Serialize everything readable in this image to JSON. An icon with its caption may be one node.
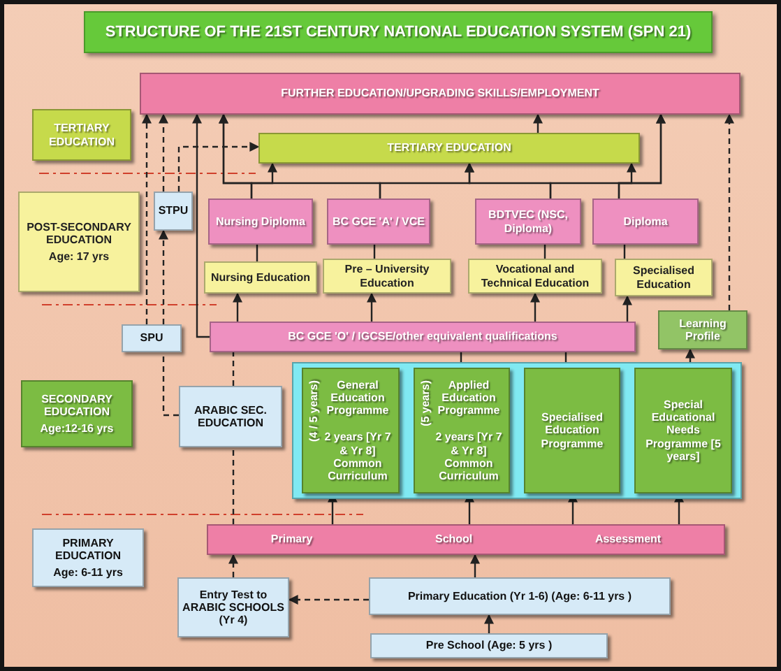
{
  "diagram": {
    "title": "STRUCTURE OF THE 21ST CENTURY NATIONAL EDUCATION SYSTEM (SPN 21)",
    "nodes": [
      {
        "text": [
          "FURTHER EDUCATION/UPGRADING SKILLS/EMPLOYMENT"
        ]
      },
      {
        "text": [
          "TERTIARY EDUCATION"
        ]
      },
      {
        "text": [
          "TERTIARY EDUCATION"
        ]
      },
      {
        "text": [
          "POST-SECONDARY EDUCATION",
          "Age: 17 yrs"
        ]
      },
      {
        "text": [
          "STPU"
        ]
      },
      {
        "text": [
          "Nursing Diploma"
        ]
      },
      {
        "text": [
          "BC GCE 'A' / VCE"
        ]
      },
      {
        "text": [
          "BDTVEC (NSC, Diploma)"
        ]
      },
      {
        "text": [
          "Diploma"
        ]
      },
      {
        "text": [
          "Nursing Education"
        ]
      },
      {
        "text": [
          "Pre – University Education"
        ]
      },
      {
        "text": [
          "Vocational and Technical Education"
        ]
      },
      {
        "text": [
          "Specialised Education"
        ]
      },
      {
        "text": [
          "SPU"
        ]
      },
      {
        "text": [
          "BC GCE 'O' / IGCSE/other equivalent qualifications"
        ]
      },
      {
        "text": [
          "Learning Profile"
        ]
      },
      {
        "text": [
          "SECONDARY EDUCATION",
          "Age:12-16 yrs"
        ]
      },
      {
        "text": [
          "ARABIC SEC. EDUCATION"
        ]
      },
      {
        "text": [],
        "shape": "box"
      },
      {
        "text": [
          "(4 / 5 years)",
          "General Education Programme",
          "2 years [Yr 7 & Yr 8] Common Curriculum"
        ],
        "in": 18
      },
      {
        "text": [
          "(5 years)",
          "Applied Education Programme",
          "2 years [Yr 7 & Yr 8] Common Curriculum"
        ],
        "in": 18
      },
      {
        "text": [
          "Specialised Education Programme"
        ],
        "in": 18
      },
      {
        "text": [
          "Special Educational Needs Programme [5 years]"
        ],
        "in": 18
      },
      {
        "text": [
          "Primary",
          "School",
          "Assessment"
        ]
      },
      {
        "text": [
          "PRIMARY EDUCATION",
          "Age: 6-11 yrs"
        ]
      },
      {
        "text": [
          "Entry Test to ARABIC SCHOOLS (Yr 4)"
        ]
      },
      {
        "text": [
          "Primary Education (Yr 1-6)   (Age: 6-11 yrs )"
        ]
      },
      {
        "text": [
          "Pre School (Age: 5 yrs )"
        ]
      }
    ],
    "edges": [
      {
        "from": 27,
        "to": 26,
        "arrow": "to"
      },
      {
        "from": 26,
        "to": 23,
        "arrow": "to"
      },
      {
        "from": 26,
        "to": 25,
        "arrow": "to",
        "style": "dashed"
      },
      {
        "from": 25,
        "to": 23,
        "arrow": "to",
        "style": "dashed"
      },
      {
        "from": 23,
        "to": 19,
        "arrow": "to"
      },
      {
        "from": 23,
        "to": 20,
        "arrow": "to"
      },
      {
        "from": 23,
        "to": 21,
        "arrow": "to"
      },
      {
        "from": 23,
        "to": 22,
        "arrow": "to"
      },
      {
        "from": 23,
        "to": 17,
        "arrow": "none",
        "style": "dashed"
      },
      {
        "from": 17,
        "to": 14,
        "arrow": "none",
        "style": "dashed"
      },
      {
        "from": 17,
        "to": 13,
        "arrow": "none",
        "style": "dashed"
      },
      {
        "from": 13,
        "to": 0,
        "arrow": "to",
        "style": "dashed"
      },
      {
        "from": 13,
        "to": 4,
        "arrow": "to",
        "style": "dashed"
      },
      {
        "from": 4,
        "to": 0,
        "arrow": "to",
        "style": "dashed"
      },
      {
        "from": 4,
        "to": 2,
        "arrow": "to",
        "style": "dashed"
      },
      {
        "from": 14,
        "to": 0,
        "arrow": "to"
      },
      {
        "from": 5,
        "to": 2,
        "arrow": "to"
      },
      {
        "from": 6,
        "to": 2,
        "arrow": "to"
      },
      {
        "from": 7,
        "to": 2,
        "arrow": "to"
      },
      {
        "from": 8,
        "to": 2,
        "arrow": "to"
      },
      {
        "from": 5,
        "to": 0,
        "arrow": "to"
      },
      {
        "from": 6,
        "to": 0,
        "arrow": "to"
      },
      {
        "from": 7,
        "to": 0,
        "arrow": "to"
      },
      {
        "from": 8,
        "to": 0,
        "arrow": "to"
      },
      {
        "from": 2,
        "to": 0,
        "arrow": "to"
      },
      {
        "from": 9,
        "to": 5,
        "arrow": "none"
      },
      {
        "from": 10,
        "to": 6,
        "arrow": "none"
      },
      {
        "from": 11,
        "to": 7,
        "arrow": "none"
      },
      {
        "from": 12,
        "to": 8,
        "arrow": "none"
      },
      {
        "from": 14,
        "to": 9,
        "arrow": "to"
      },
      {
        "from": 14,
        "to": 10,
        "arrow": "to"
      },
      {
        "from": 14,
        "to": 11,
        "arrow": "to"
      },
      {
        "from": 14,
        "to": 12,
        "arrow": "to"
      },
      {
        "from": 15,
        "to": 0,
        "arrow": "to",
        "style": "dashed"
      },
      {
        "from": 22,
        "to": 15,
        "arrow": "to"
      },
      {
        "from": 20,
        "to": 14,
        "arrow": "none"
      },
      {
        "from": 21,
        "to": 14,
        "arrow": "none"
      }
    ]
  }
}
